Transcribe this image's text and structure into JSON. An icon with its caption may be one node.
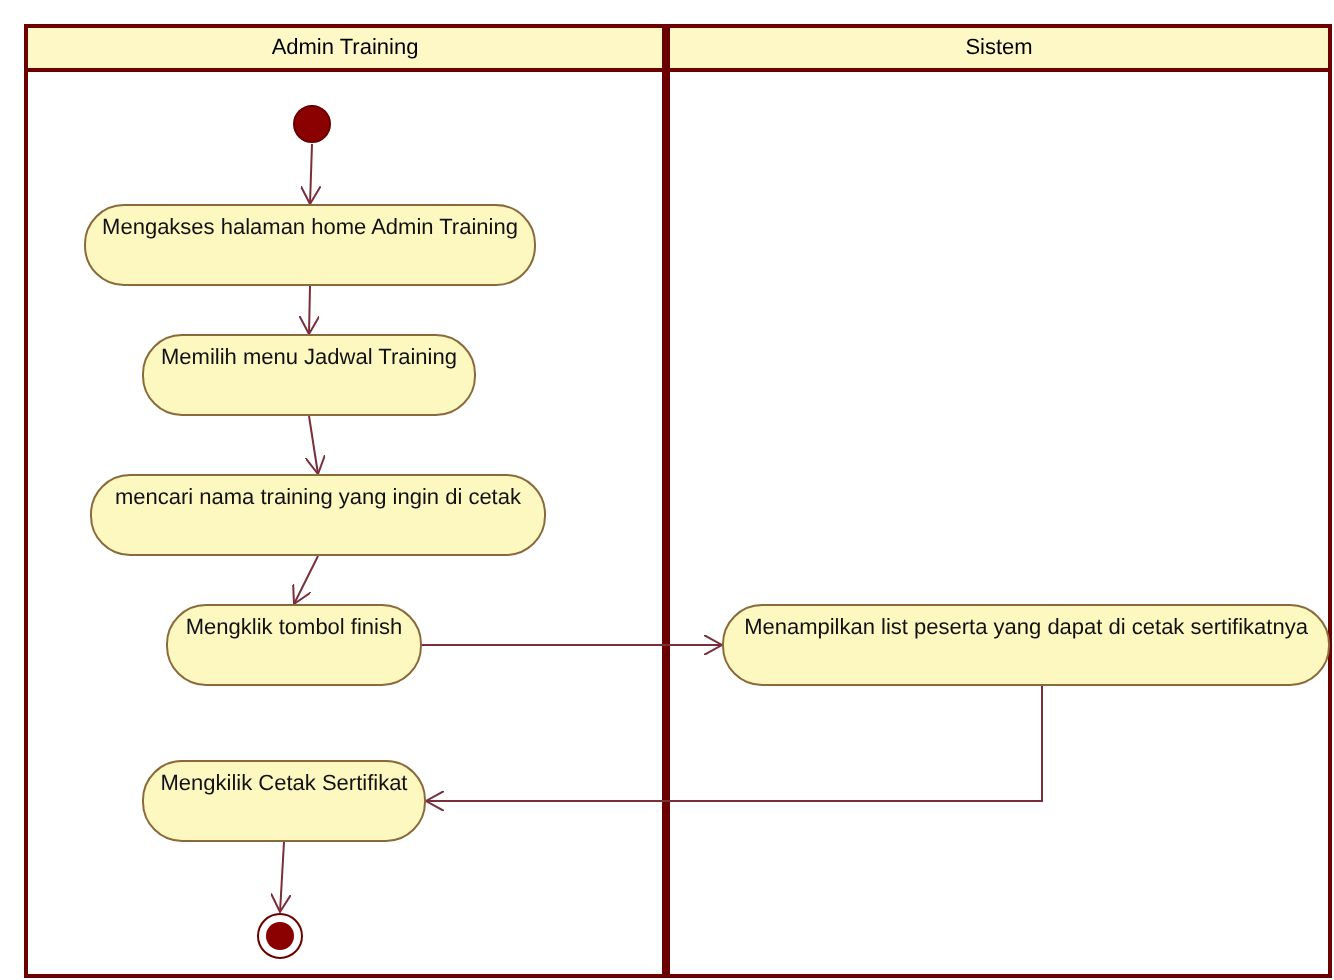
{
  "diagram": {
    "nodes": [
      {
        "text": [
          "Admin Training"
        ]
      },
      {
        "text": [
          "Sistem"
        ]
      },
      {
        "text": [],
        "shape": "circle",
        "in": 0
      },
      {
        "text": [
          "Mengakses halaman home Admin Training"
        ],
        "in": 0
      },
      {
        "text": [
          "Memilih menu Jadwal Training"
        ],
        "in": 0
      },
      {
        "text": [
          "mencari nama training yang ingin di cetak"
        ],
        "in": 0
      },
      {
        "text": [
          "Mengklik tombol finish"
        ],
        "in": 0
      },
      {
        "text": [
          "Menampilkan list peserta yang dapat di cetak sertifikatnya"
        ],
        "in": 1
      },
      {
        "text": [
          "Mengkilik Cetak Sertifikat"
        ],
        "in": 0
      },
      {
        "text": [],
        "shape": "bullseye",
        "in": 0
      }
    ],
    "edges": [
      {
        "from": 2,
        "to": 3,
        "arrow": "to"
      },
      {
        "from": 3,
        "to": 4,
        "arrow": "to"
      },
      {
        "from": 4,
        "to": 5,
        "arrow": "to"
      },
      {
        "from": 5,
        "to": 6,
        "arrow": "to"
      },
      {
        "from": 6,
        "to": 7,
        "arrow": "to"
      },
      {
        "from": 7,
        "to": 8,
        "arrow": "to"
      },
      {
        "from": 8,
        "to": 9,
        "arrow": "to"
      }
    ]
  }
}
